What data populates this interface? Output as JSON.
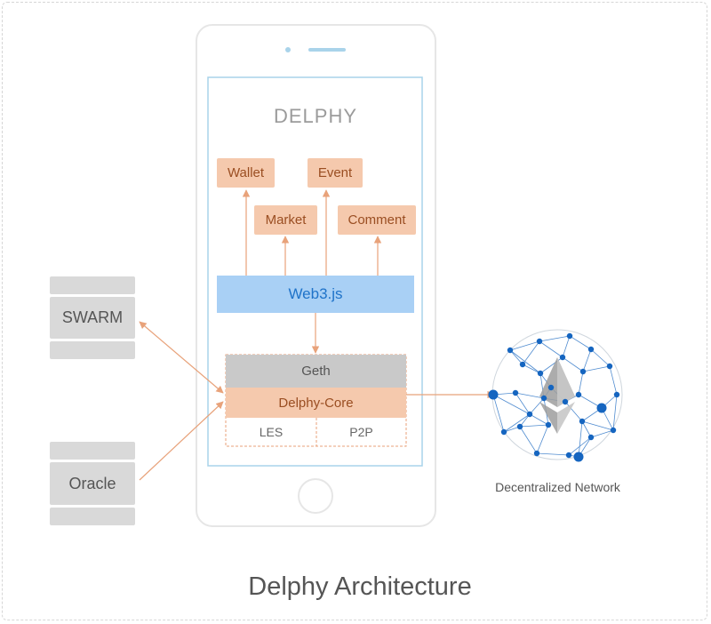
{
  "app": {
    "title": "DELPHY"
  },
  "modules": {
    "wallet": "Wallet",
    "event": "Event",
    "market": "Market",
    "comment": "Comment"
  },
  "web3": "Web3.js",
  "stack": {
    "geth": "Geth",
    "core": "Delphy-Core",
    "les": "LES",
    "p2p": "P2P"
  },
  "external": {
    "swarm": "SWARM",
    "oracle": "Oracle"
  },
  "network": {
    "caption": "Decentralized Network"
  },
  "caption": "Delphy Architecture",
  "colors": {
    "orange_box": "#f5c9ad",
    "orange_text": "#9a4e22",
    "arrow": "#e8a27a",
    "web3_fill": "#a9d0f5",
    "web3_text": "#1f73c9",
    "node_blue": "#1565c0",
    "phone_border": "#e6e6e6",
    "screen_border": "#a9d3ea"
  }
}
